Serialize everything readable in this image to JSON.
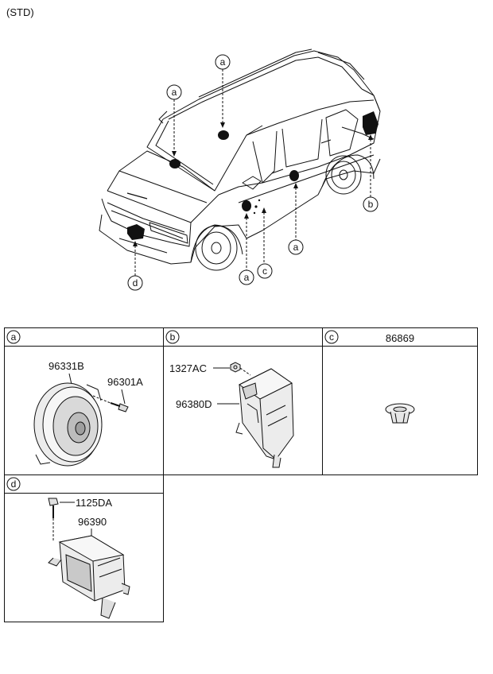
{
  "variant": "(STD)",
  "callouts": {
    "a": "a",
    "b": "b",
    "c": "c",
    "d": "d"
  },
  "panels": {
    "a": {
      "letter": "a",
      "parts": [
        "96331B",
        "96301A"
      ]
    },
    "b": {
      "letter": "b",
      "parts": [
        "1327AC",
        "96380D"
      ]
    },
    "c": {
      "letter": "c",
      "title": "86869"
    },
    "d": {
      "letter": "d",
      "parts": [
        "1125DA",
        "96390"
      ]
    }
  },
  "colors": {
    "line": "#111111",
    "part_fill": "#e8e8e8",
    "part_shade": "#bdbdbd"
  }
}
